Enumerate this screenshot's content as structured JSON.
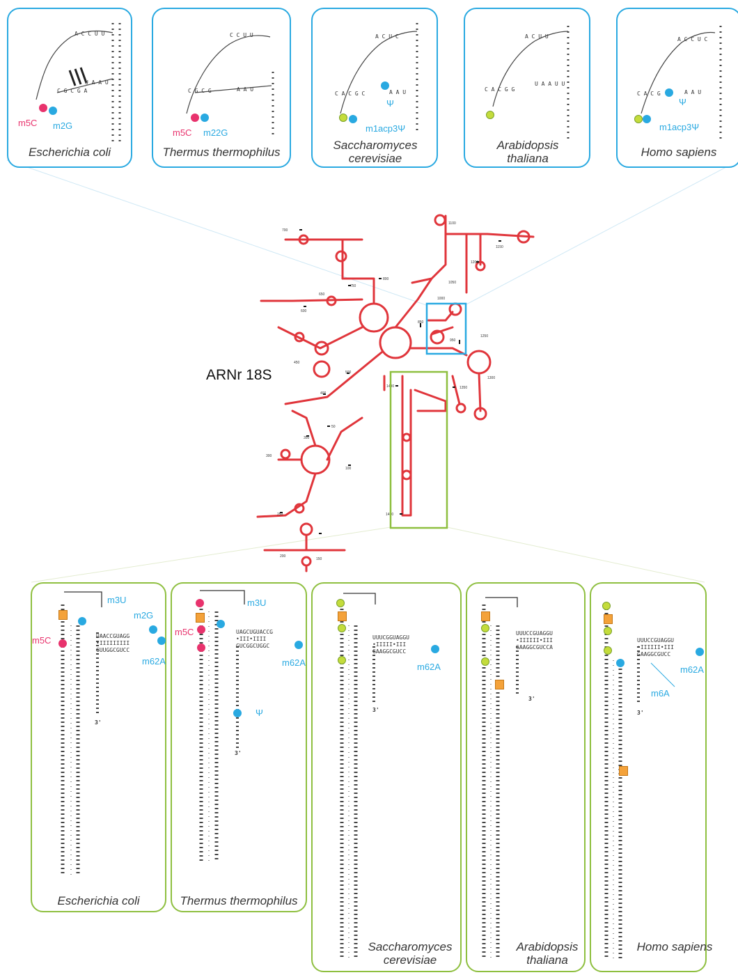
{
  "main_title": "ARNr 18S",
  "top_panels": [
    {
      "species": "Escherichia coli",
      "mods": [
        "m5C",
        "m2G"
      ]
    },
    {
      "species": "Thermus thermophilus",
      "mods": [
        "m5C",
        "m22G"
      ]
    },
    {
      "species": "Saccharomyces cerevisiae",
      "mods": [
        "Ψ",
        "m1acp3Ψ"
      ]
    },
    {
      "species": "Arabidopsis thaliana",
      "mods": []
    },
    {
      "species": "Homo sapiens",
      "mods": [
        "Ψ",
        "m1acp3Ψ"
      ]
    }
  ],
  "bottom_panels": [
    {
      "species": "Escherichia coli",
      "mods": [
        "m3U",
        "m2G",
        "m5C",
        "m62A"
      ]
    },
    {
      "species": "Thermus thermophilus",
      "mods": [
        "m3U",
        "m5C",
        "m62A",
        "Ψ"
      ]
    },
    {
      "species": "Saccharomyces cerevisiae",
      "mods": [
        "m62A"
      ]
    },
    {
      "species": "Arabidopsis thaliana",
      "mods": []
    },
    {
      "species": "Homo sapiens",
      "mods": [
        "m62A",
        "m6A"
      ]
    }
  ],
  "nucleotide_numbers": [
    "700",
    "1100",
    "1150",
    "1200",
    "650",
    "750",
    "800",
    "600",
    "1050",
    "1000",
    "850",
    "950",
    "1250",
    "450",
    "500",
    "1300",
    "1350",
    "1400",
    "400",
    "50",
    "350",
    "300",
    "100",
    "250",
    "1450",
    "200",
    "150"
  ],
  "terminal_label": "3'",
  "colors": {
    "blue": "#29a9e1",
    "green": "#8ebf3f",
    "pink": "#e8336d",
    "red_rna": "#e0353b",
    "orange": "#f4a23a"
  }
}
